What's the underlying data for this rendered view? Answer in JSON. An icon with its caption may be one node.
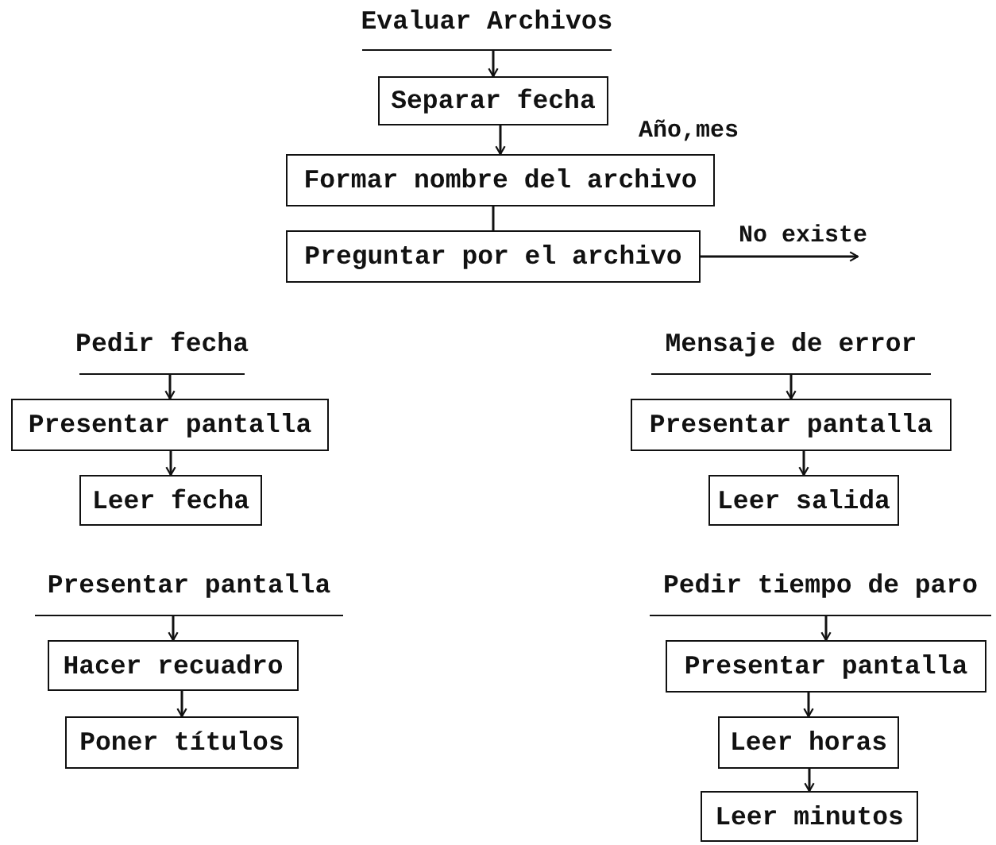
{
  "diagram": {
    "nodes": [
      {
        "text": [
          "Evaluar Archivos"
        ]
      },
      {
        "text": [
          "Separar fecha"
        ]
      },
      {
        "text": [
          "Formar nombre del archivo"
        ]
      },
      {
        "text": [
          "Preguntar por el archivo"
        ]
      },
      {
        "text": [
          "Pedir fecha"
        ]
      },
      {
        "text": [
          "Presentar pantalla"
        ]
      },
      {
        "text": [
          "Leer fecha"
        ]
      },
      {
        "text": [
          "Mensaje de error"
        ]
      },
      {
        "text": [
          "Presentar pantalla"
        ]
      },
      {
        "text": [
          "Leer salida"
        ]
      },
      {
        "text": [
          "Presentar pantalla"
        ]
      },
      {
        "text": [
          "Hacer recuadro"
        ]
      },
      {
        "text": [
          "Poner títulos"
        ]
      },
      {
        "text": [
          "Pedir tiempo de paro"
        ]
      },
      {
        "text": [
          "Presentar pantalla"
        ]
      },
      {
        "text": [
          "Leer horas"
        ]
      },
      {
        "text": [
          "Leer minutos"
        ]
      }
    ],
    "edges": [
      {
        "from": 0,
        "to": 1,
        "arrow": "to"
      },
      {
        "from": 1,
        "to": 2,
        "arrow": "to"
      },
      {
        "from": 2,
        "to": 3,
        "arrow": "none"
      },
      {
        "from": 3,
        "to": null,
        "arrow": "to",
        "label": "No existe"
      },
      {
        "from": 4,
        "to": 5,
        "arrow": "to"
      },
      {
        "from": 5,
        "to": 6,
        "arrow": "to"
      },
      {
        "from": 7,
        "to": 8,
        "arrow": "to"
      },
      {
        "from": 8,
        "to": 9,
        "arrow": "to"
      },
      {
        "from": 10,
        "to": 11,
        "arrow": "to"
      },
      {
        "from": 11,
        "to": 12,
        "arrow": "to"
      },
      {
        "from": 13,
        "to": 14,
        "arrow": "to"
      },
      {
        "from": 14,
        "to": 15,
        "arrow": "to"
      },
      {
        "from": 15,
        "to": 16,
        "arrow": "to"
      }
    ],
    "labels": [
      "Año,mes"
    ]
  }
}
